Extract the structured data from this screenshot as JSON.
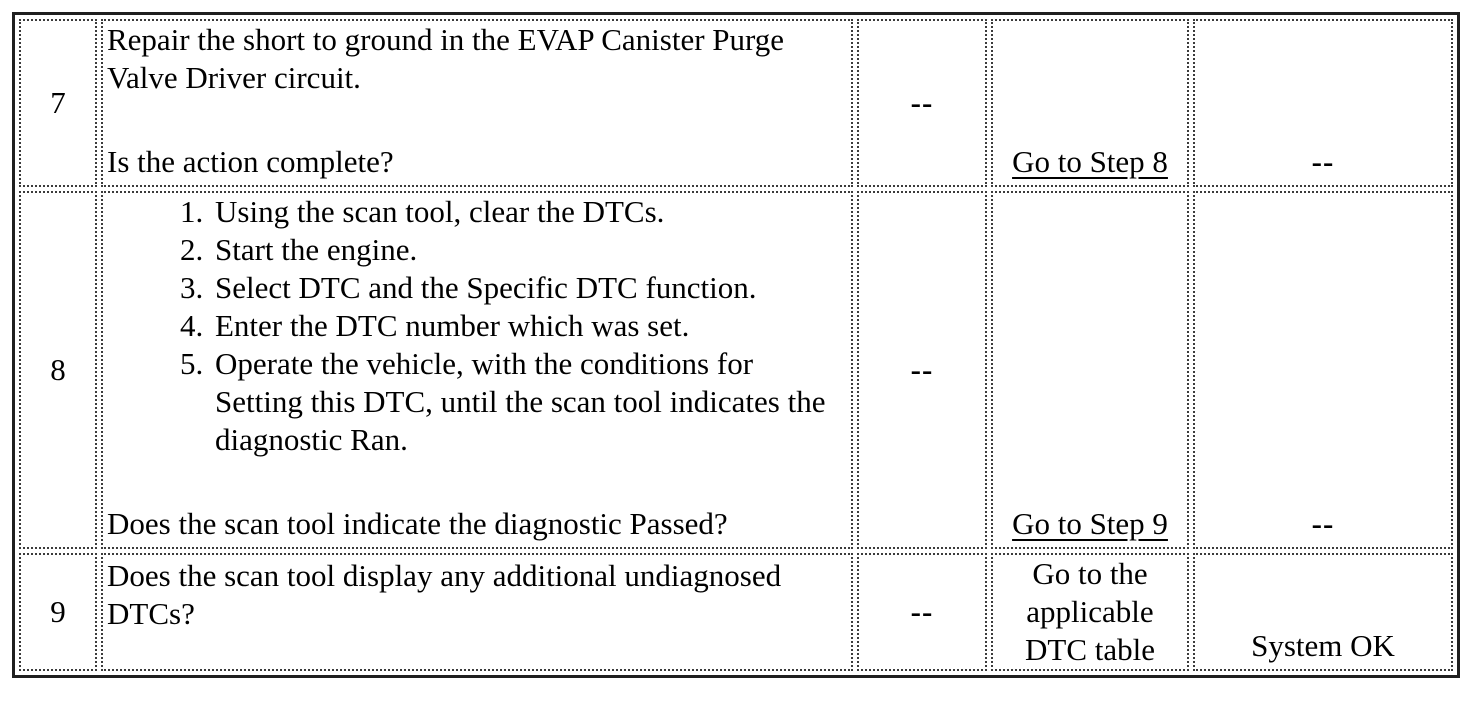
{
  "table": {
    "rows": [
      {
        "step": "7",
        "action": {
          "text": "Repair the short to ground in the EVAP Canister Purge Valve Driver circuit.",
          "question": "Is the action complete?"
        },
        "value": "--",
        "yes": "Go to Step 8",
        "no": "--"
      },
      {
        "step": "8",
        "action": {
          "steps": [
            "Using the scan tool, clear the DTCs.",
            "Start the engine.",
            "Select DTC and the Specific DTC function.",
            "Enter the DTC number which was set.",
            "Operate the vehicle, with the conditions for Setting this DTC, until the scan tool indicates the diagnostic Ran."
          ],
          "question": "Does the scan tool indicate the diagnostic Passed?"
        },
        "value": "--",
        "yes": "Go to Step 9",
        "no": "--"
      },
      {
        "step": "9",
        "action": {
          "question": "Does the scan tool display any additional undiagnosed DTCs?"
        },
        "value": "--",
        "yes": "Go to the applicable DTC table",
        "no": "System OK"
      }
    ]
  }
}
